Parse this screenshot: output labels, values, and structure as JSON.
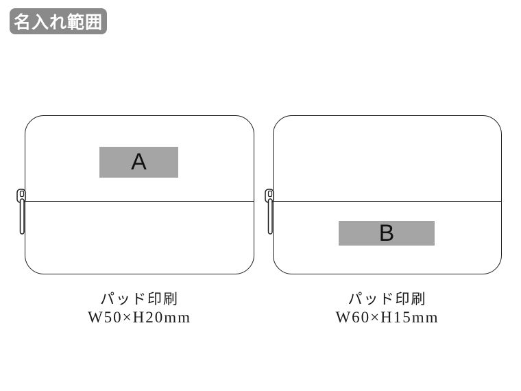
{
  "page": {
    "badge_label": "名入れ範囲"
  },
  "colors": {
    "badge_bg": "#8a8a8a",
    "badge_text": "#ffffff",
    "print_area_fill": "#a5a5a5",
    "outline": "#1c1c1c",
    "background": "#ffffff"
  },
  "pouches": [
    {
      "id": "pouch-a",
      "print_label": "A",
      "print_position": "front-upper",
      "caption_method": "パッド印刷",
      "caption_size": "W50×H20mm",
      "print_width_mm": 50,
      "print_height_mm": 20
    },
    {
      "id": "pouch-b",
      "print_label": "B",
      "print_position": "front-lower",
      "caption_method": "パッド印刷",
      "caption_size": "W60×H15mm",
      "print_width_mm": 60,
      "print_height_mm": 15
    }
  ]
}
